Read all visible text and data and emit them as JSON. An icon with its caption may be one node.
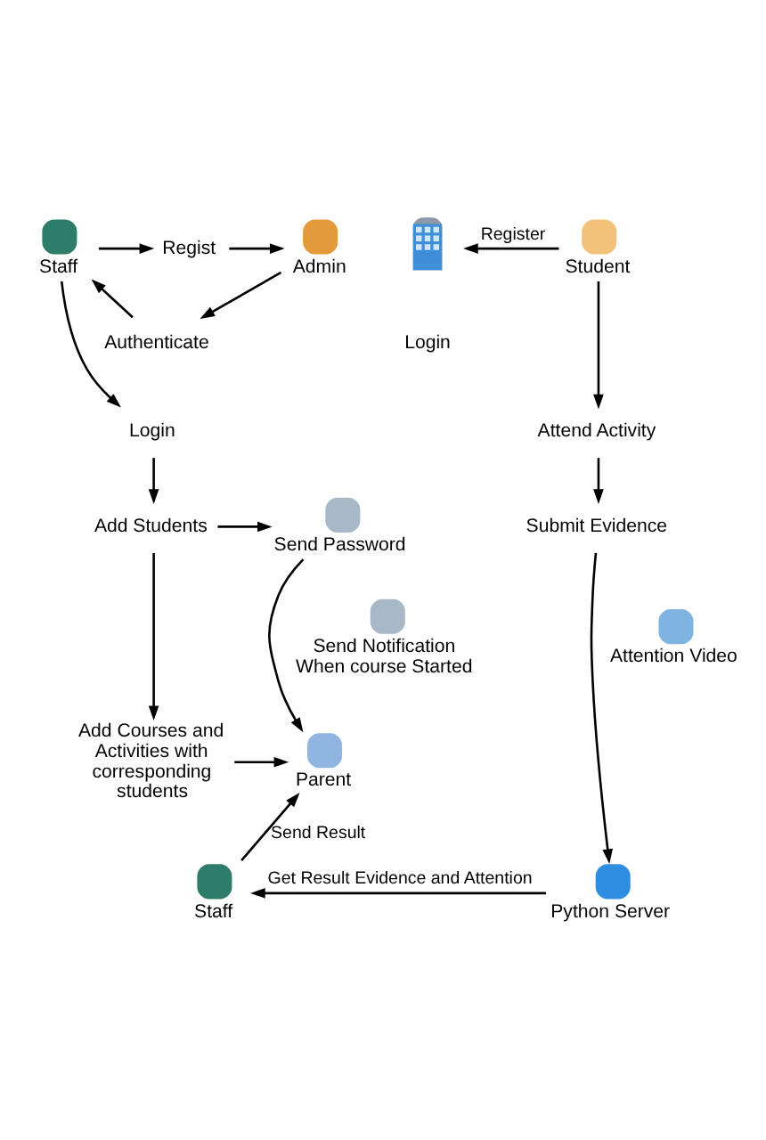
{
  "diagram": {
    "nodes": [
      {
        "text": [
          "Staff"
        ]
      },
      {
        "text": [
          "Regist"
        ]
      },
      {
        "text": [
          "Admin"
        ]
      },
      {
        "text": [],
        "shape": "picture"
      },
      {
        "text": [
          "Student"
        ]
      },
      {
        "text": [
          "Authenticate"
        ]
      },
      {
        "text": [
          "Login"
        ]
      },
      {
        "text": [
          "Attend Activity"
        ]
      },
      {
        "text": [
          "Send Password"
        ]
      },
      {
        "text": [
          "Submit Evidence"
        ]
      },
      {
        "text": [
          "Add Students"
        ]
      },
      {
        "text": [
          "Send Notification When course Started"
        ]
      },
      {
        "text": [
          "Attention Video"
        ]
      },
      {
        "text": [
          "Add Courses and Activities with corresponding students"
        ]
      },
      {
        "text": [
          "Parent"
        ]
      },
      {
        "text": [
          "Staff"
        ]
      },
      {
        "text": [
          "Python Server"
        ]
      }
    ],
    "edges": [
      {
        "from": 0,
        "to": 1,
        "arrow": "to"
      },
      {
        "from": 1,
        "to": 2,
        "arrow": "to"
      },
      {
        "from": 4,
        "to": 3,
        "arrow": "to",
        "label": "Register"
      },
      {
        "from": 2,
        "to": 5,
        "arrow": "to"
      },
      {
        "from": 5,
        "to": 0,
        "arrow": "to"
      },
      {
        "from": 0,
        "to": 6,
        "arrow": "to"
      },
      {
        "from": 4,
        "to": 7,
        "arrow": "to"
      },
      {
        "from": 6,
        "to": 10,
        "arrow": "to"
      },
      {
        "from": 10,
        "to": 8,
        "arrow": "to"
      },
      {
        "from": 8,
        "to": 14,
        "arrow": "to"
      },
      {
        "from": 7,
        "to": 9,
        "arrow": "to"
      },
      {
        "from": 10,
        "to": 13,
        "arrow": "to"
      },
      {
        "from": 13,
        "to": 14,
        "arrow": "to"
      },
      {
        "from": 9,
        "to": 16,
        "arrow": "to"
      },
      {
        "from": 15,
        "to": 14,
        "arrow": "to",
        "label": "Send Result"
      },
      {
        "from": 16,
        "to": 15,
        "arrow": "to",
        "label": "Get Result Evidence and Attention"
      }
    ],
    "labels": [
      "Login"
    ]
  }
}
